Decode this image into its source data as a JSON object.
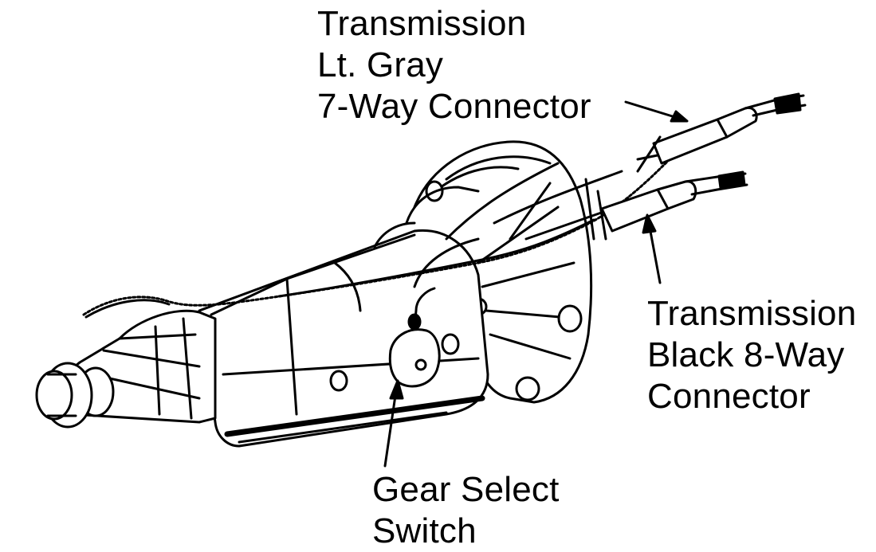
{
  "diagram": {
    "labels": {
      "gray_connector": {
        "line1": "Transmission",
        "line2": "Lt. Gray",
        "line3": "7-Way Connector"
      },
      "black_connector": {
        "line1": "Transmission",
        "line2": "Black 8-Way",
        "line3": "Connector"
      },
      "gear_switch": {
        "line1": "Gear Select",
        "line2": "Switch"
      }
    },
    "colors": {
      "ink": "#000000",
      "paper": "#ffffff"
    }
  }
}
